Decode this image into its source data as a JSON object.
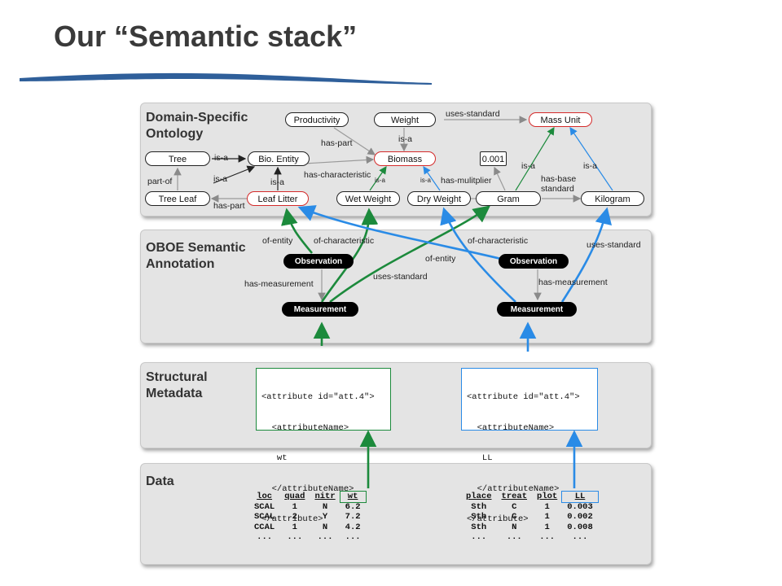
{
  "slide": {
    "title": "Our “Semantic stack”"
  },
  "panels": {
    "ontology": [
      "Domain-Specific",
      "Ontology"
    ],
    "annotation": [
      "OBOE Semantic",
      "Annotation"
    ],
    "structural": [
      "Structural",
      "Metadata"
    ],
    "data": [
      "Data"
    ]
  },
  "nodes": {
    "productivity": "Productivity",
    "weight": "Weight",
    "mass_unit": "Mass Unit",
    "tree": "Tree",
    "bio_entity": "Bio. Entity",
    "biomass": "Biomass",
    "value_box": "0.001",
    "tree_leaf": "Tree Leaf",
    "leaf_litter": "Leaf Litter",
    "wet_weight": "Wet Weight",
    "dry_weight": "Dry Weight",
    "gram": "Gram",
    "kilogram": "Kilogram",
    "observation": "Observation",
    "measurement": "Measurement"
  },
  "edge_labels": {
    "uses_standard": "uses-standard",
    "is_a": "is-a",
    "has_part": "has-part",
    "part_of": "part-of",
    "has_characteristic": "has-characteristic",
    "has_multiplier": "has-mulitplier",
    "has_base": "has-base",
    "standard": "standard",
    "of_entity": "of-entity",
    "of_characteristic": "of-characteristic",
    "has_measurement": "has-measurement"
  },
  "metadata_left": [
    "<attribute id=\"att.4\">",
    "  <attributeName>",
    "   wt",
    "  </attributeName>",
    "</attribute>"
  ],
  "metadata_right": [
    "<attribute id=\"att.4\">",
    "  <attributeName>",
    "   LL",
    "  </attributeName>",
    "</attribute>"
  ],
  "table_left": {
    "headers": [
      "loc",
      "quad",
      "nitr",
      "wt"
    ],
    "rows": [
      [
        "SCAL",
        "1",
        "N",
        "6.2"
      ],
      [
        "SCAL",
        "2",
        "Y",
        "7.2"
      ],
      [
        "CCAL",
        "1",
        "N",
        "4.2"
      ],
      [
        "...",
        "...",
        "...",
        "..."
      ]
    ]
  },
  "table_right": {
    "headers": [
      "place",
      "treat",
      "plot",
      "LL"
    ],
    "rows": [
      [
        "Sth",
        "C",
        "1",
        "0.003"
      ],
      [
        "Sth",
        "C",
        "1",
        "0.002"
      ],
      [
        "Sth",
        "N",
        "1",
        "0.008"
      ],
      [
        "...",
        "...",
        "...",
        "..."
      ]
    ]
  },
  "colors": {
    "green": "#1c8a3c",
    "blue": "#2a8be6",
    "red": "#d42a2a",
    "gray": "#9a9a9a"
  }
}
